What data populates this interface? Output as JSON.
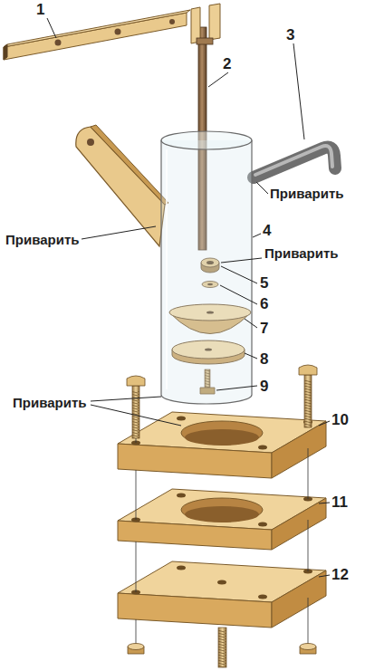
{
  "diagram": {
    "labels": [
      "1",
      "2",
      "3",
      "Приварить",
      "Приварить",
      "4",
      "Приварить",
      "5",
      "6",
      "7",
      "8",
      "9",
      "Приварить",
      "10",
      "11",
      "12"
    ]
  }
}
